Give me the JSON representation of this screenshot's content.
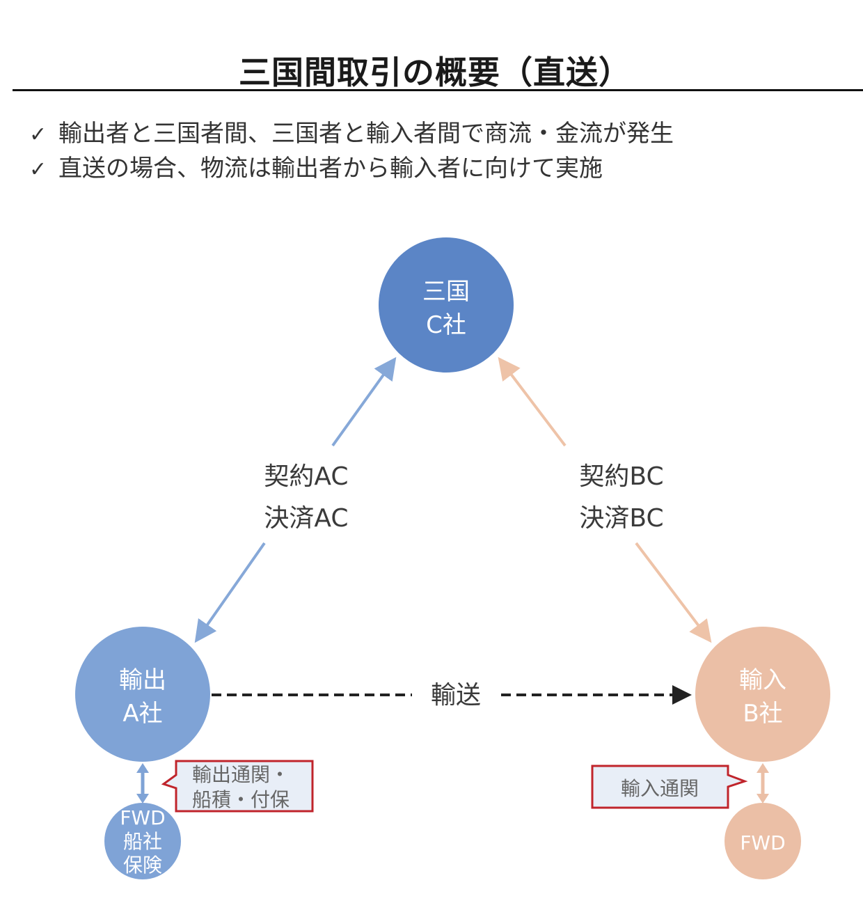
{
  "title": "三国間取引の概要（直送）",
  "bullets": [
    {
      "icon": "check-icon",
      "mark": "✓",
      "text": "輸出者と三国者間、三国者と輸入者間で商流・金流が発生"
    },
    {
      "icon": "check-icon",
      "mark": "✓",
      "text": "直送の場合、物流は輸出者から輸入者に向けて実施"
    }
  ],
  "colors": {
    "third_country": "#5b85c6",
    "exporter": "#7fa3d6",
    "importer": "#ebbfa6",
    "arrow_blue": "#86a8d8",
    "arrow_orange": "#eec3a8",
    "callout_border": "#c0242b",
    "callout_fill": "#e8eef7",
    "transport_line": "#222222"
  },
  "nodes": {
    "third": {
      "line1": "三国",
      "line2": "C社"
    },
    "exporter": {
      "line1": "輸出",
      "line2": "A社"
    },
    "importer": {
      "line1": "輸入",
      "line2": "B社"
    },
    "exporter_sub": {
      "line1": "FWD",
      "line2": "船社",
      "line3": "保険"
    },
    "importer_sub": {
      "line1": "FWD"
    }
  },
  "flows": {
    "ac": {
      "line1": "契約AC",
      "line2": "決済AC"
    },
    "bc": {
      "line1": "契約BC",
      "line2": "決済BC"
    },
    "transport": "輸送"
  },
  "callouts": {
    "export": {
      "line1": "輸出通関・",
      "line2": "船積・付保"
    },
    "import": "輸入通関"
  }
}
